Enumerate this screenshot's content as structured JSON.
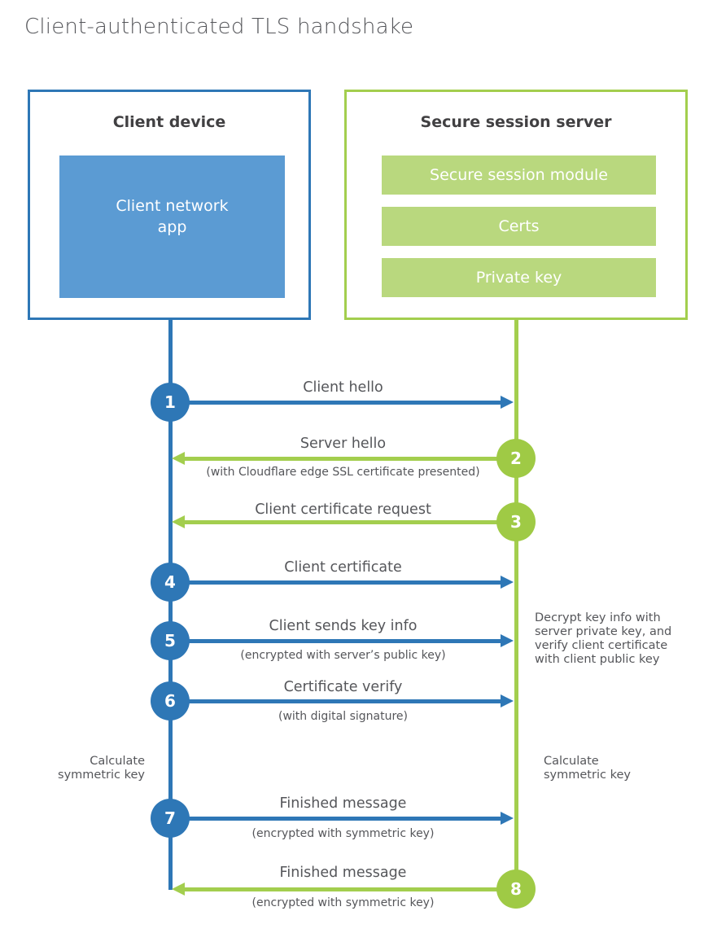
{
  "title": "Client-authenticated TLS handshake",
  "client": {
    "heading": "Client device",
    "app_label": "Client network app"
  },
  "server": {
    "heading": "Secure session server",
    "modules": [
      "Secure session module",
      "Certs",
      "Private key"
    ]
  },
  "steps": [
    {
      "number": "1",
      "label": "Client hello",
      "direction": "right",
      "from": "client"
    },
    {
      "number": "2",
      "label": "Server hello",
      "sublabel": "(with Cloudflare edge SSL certificate presented)",
      "direction": "left",
      "from": "server"
    },
    {
      "number": "3",
      "label": "Client certificate request",
      "direction": "left",
      "from": "server"
    },
    {
      "number": "4",
      "label": "Client certificate",
      "direction": "right",
      "from": "client"
    },
    {
      "number": "5",
      "label": "Client sends key info",
      "sublabel": "(encrypted with server’s public key)",
      "direction": "right",
      "from": "client"
    },
    {
      "number": "6",
      "label": "Certificate verify",
      "sublabel": "(with digital signature)",
      "direction": "right",
      "from": "client"
    },
    {
      "number": "7",
      "label": "Finished message",
      "sublabel": "(encrypted with symmetric key)",
      "direction": "right",
      "from": "client"
    },
    {
      "number": "8",
      "label": "Finished message",
      "sublabel": "(encrypted with symmetric key)",
      "direction": "left",
      "from": "server"
    }
  ],
  "annotations": {
    "client_calculate": "Calculate symmetric key",
    "server_calculate": "Calculate symmetric key",
    "server_decrypt": "Decrypt key info with server private key, and verify client certificate with client public key"
  },
  "colors": {
    "blue": "#2e77b6",
    "blue_fill": "#5b9bd3",
    "green": "#a3ce4e",
    "green_circle": "#9fca45",
    "green_fill": "#b9d87e",
    "heading_text": "#414042",
    "label_text": "#55565a"
  }
}
